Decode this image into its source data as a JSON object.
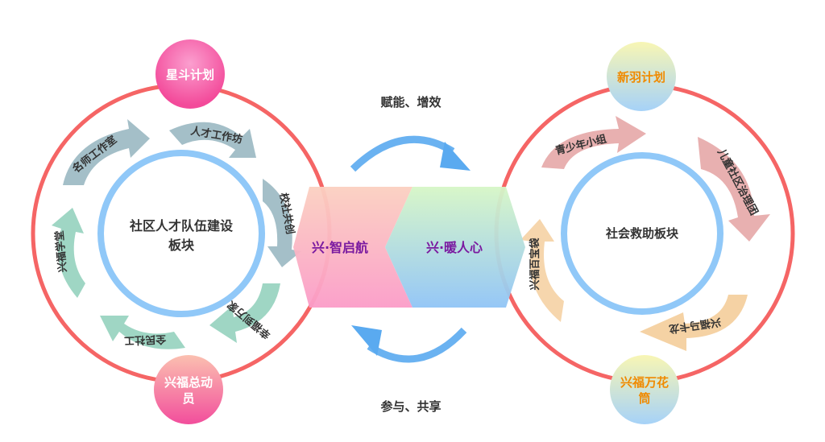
{
  "top_flow_label": "赋能、增效",
  "bottom_flow_label": "参与、共享",
  "left_module": {
    "title_line1": "社区人才队伍建设",
    "title_line2": "板块",
    "top_badge": "星斗计划",
    "bottom_badge_line1": "兴福总动",
    "bottom_badge_line2": "员",
    "items": [
      "名师工作室",
      "人才工作坊",
      "校社共创",
      "幸福到万家",
      "全民社工",
      "兴福学堂"
    ]
  },
  "center": {
    "left": "兴·智启航",
    "right": "兴·暖人心"
  },
  "right_module": {
    "title": "社会救助板块",
    "top_badge": "新羽计划",
    "bottom_badge_line1": "兴福万花",
    "bottom_badge_line2": "筒",
    "items": [
      "青少年小组",
      "儿童社区治理团",
      "兴福马卡龙",
      "兴福百宝袋"
    ]
  },
  "colors": {
    "outer_ring": "#f56565",
    "inner_ring": "#90c8f8",
    "flow_arrow": "#5aaaf0",
    "center_text": "#7a1aa0"
  }
}
